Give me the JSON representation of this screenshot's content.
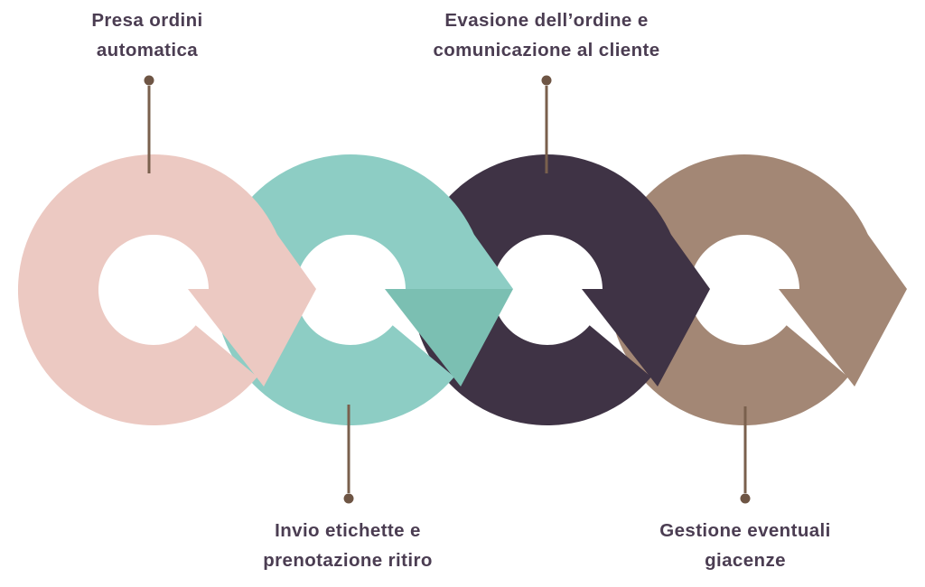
{
  "diagram": {
    "type": "process-cycle-chain",
    "background": "#ffffff",
    "text_color": "#4b3d52",
    "steps": [
      {
        "order": 1,
        "label": [
          "Presa ordini",
          "automatica"
        ],
        "label_position": "top",
        "color": "#ecc9c2",
        "arrow_color": "#ecc9c2"
      },
      {
        "order": 2,
        "label": [
          "Invio etichette e",
          "prenotazione ritiro"
        ],
        "label_position": "bottom",
        "color": "#8dcdc4",
        "arrow_color": "#7bbfb2"
      },
      {
        "order": 3,
        "label": [
          "Evasione dell’ordine e",
          "comunicazione al cliente"
        ],
        "label_position": "top",
        "color": "#3f3345",
        "arrow_color": "#3f3345"
      },
      {
        "order": 4,
        "label": [
          "Gestione eventuali",
          "giacenze"
        ],
        "label_position": "bottom",
        "color": "#a38775",
        "arrow_color": "#a38775"
      }
    ],
    "connector": {
      "line_color": "#7a604d",
      "dot_color": "#6e5544"
    }
  }
}
